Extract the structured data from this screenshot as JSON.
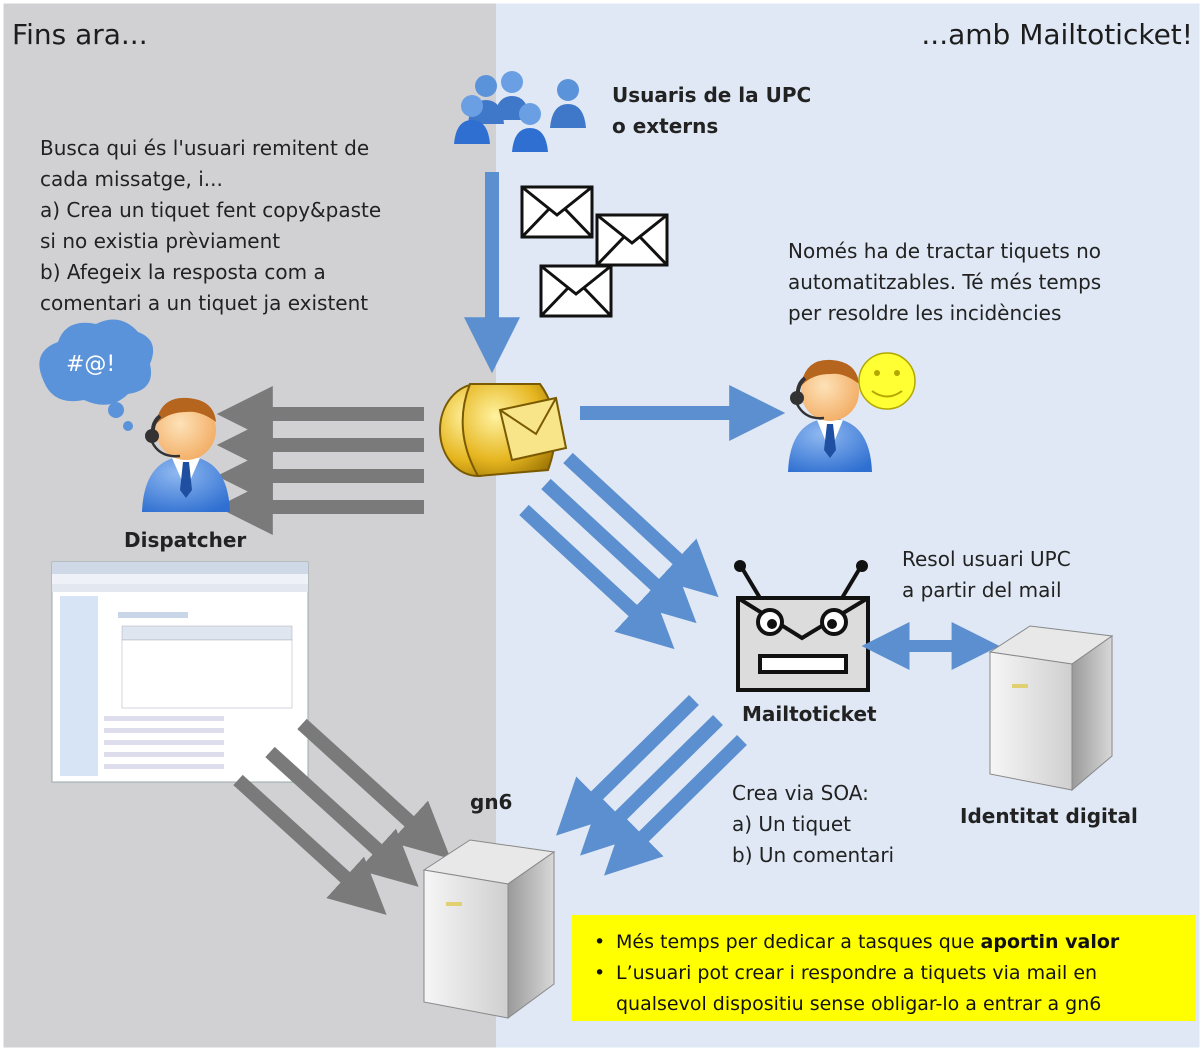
{
  "left_panel": {
    "title": "Fins ara...",
    "description_lines": [
      "Busca qui és l'usuari remitent de",
      "cada missatge, i...",
      "a) Crea un tiquet fent copy&paste",
      "si no existia prèviament",
      "b) Afegeix la resposta com a",
      "comentari a un tiquet ja existent"
    ],
    "thought_bubble_text": "#@!",
    "dispatcher_label": "Dispatcher"
  },
  "right_panel": {
    "title": "...amb Mailtoticket!",
    "users_label_lines": [
      "Usuaris de la UPC",
      "o externs"
    ],
    "agent_note_lines": [
      "Només ha de tractar tiquets no",
      "automatitzables. Té més temps",
      "per resoldre les incidències"
    ],
    "resolve_note_lines": [
      "Resol usuari UPC",
      "a partir del mail"
    ],
    "robot_label": "Mailtoticket",
    "identity_label": "Identitat digital",
    "soa_note_lines": [
      "Crea via SOA:",
      "a) Un tiquet",
      "b) Un comentari"
    ],
    "server_label": "gn6"
  },
  "callout": {
    "bullet1_prefix": "Més temps per dedicar a tasques que ",
    "bullet1_bold": "aportin valor",
    "bullet2_lines": [
      "L’usuari pot crear i respondre a tiquets via mail en",
      "qualsevol dispositiu sense obligar-lo a entrar a gn6"
    ]
  },
  "colors": {
    "left_bg": "#d1d1d3",
    "right_bg": "#dfe8f4",
    "blue_arrow": "#5b8fd0",
    "gray_arrow": "#7a7a7a",
    "callout_bg": "#ffff00"
  }
}
